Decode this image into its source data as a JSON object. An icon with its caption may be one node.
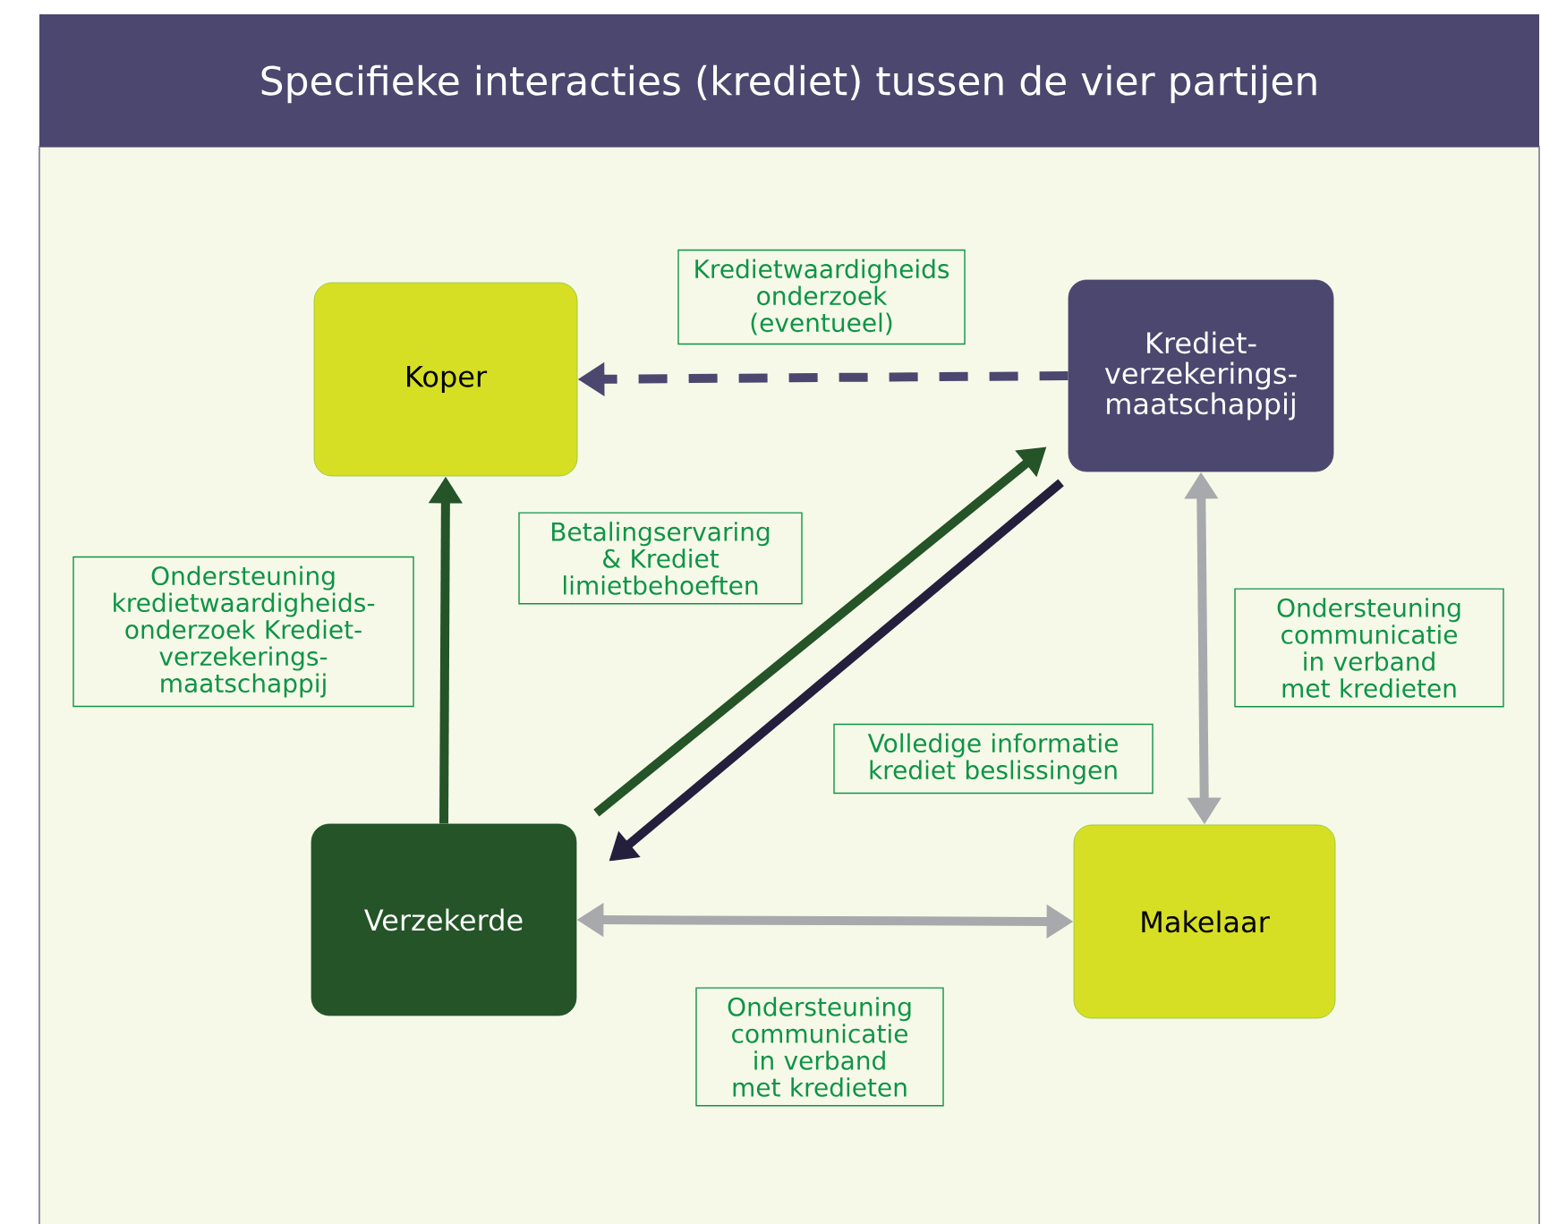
{
  "diagram": {
    "title": "Specifieke interacties (krediet) tussen de vier partijen",
    "nodes": [
      {
        "text": [
          "Koper"
        ]
      },
      {
        "text": [
          "Krediet- verzekerings- maatschappij"
        ]
      },
      {
        "text": [
          "Verzekerde"
        ]
      },
      {
        "text": [
          "Makelaar"
        ]
      }
    ],
    "edges": [
      {
        "from": 1,
        "to": 0,
        "arrow": "to",
        "style": "dashed",
        "color": "#4c476e",
        "label": "Kredietwaardigheids onderzoek (eventueel)"
      },
      {
        "from": 2,
        "to": 0,
        "arrow": "to",
        "color": "#245428",
        "label": "Ondersteuning kredietwaardigheids- onderzoek Krediet- verzekerings- maatschappij"
      },
      {
        "from": 2,
        "to": 1,
        "arrow": "to",
        "color": "#245428",
        "label": "Betalingservaring & Krediet limietbehoeften"
      },
      {
        "from": 1,
        "to": 2,
        "arrow": "to",
        "color": "#231f3d",
        "label": "Volledige informatie krediet beslissingen"
      },
      {
        "from": 3,
        "to": 1,
        "arrow": "both",
        "color": "#a7a9ac",
        "label": "Ondersteuning communicatie in verband met kredieten"
      },
      {
        "from": 2,
        "to": 3,
        "arrow": "both",
        "color": "#a7a9ac",
        "label": "Ondersteuning communicatie in verband met kredieten"
      }
    ]
  }
}
